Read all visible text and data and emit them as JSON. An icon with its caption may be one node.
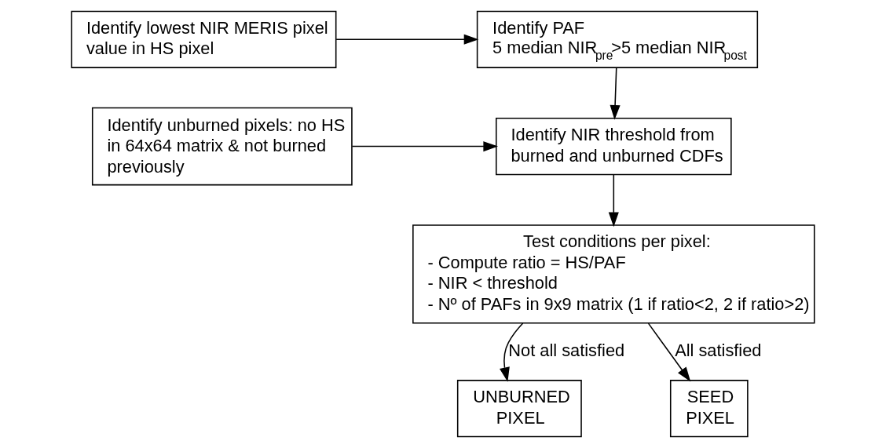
{
  "diagram": {
    "nodes": [
      {
        "text": [
          "Identify lowest NIR MERIS pixel value in HS pixel"
        ]
      },
      {
        "text": [
          "Identify PAF",
          "5 median NIR$_{pre}$>5 median NIR$_{post}$"
        ]
      },
      {
        "text": [
          "Identify unburned pixels: no HS in 64x64 matrix & not burned previously"
        ]
      },
      {
        "text": [
          "Identify NIR threshold from burned and unburned CDFs"
        ]
      },
      {
        "text": [
          "Test conditions per pixel:",
          "- Compute ratio = HS/PAF",
          "- NIR < threshold",
          "- Nº of PAFs in 9x9 matrix (1 if ratio<2, 2 if ratio>2)"
        ]
      },
      {
        "text": [
          "UNBURNED PIXEL"
        ]
      },
      {
        "text": [
          "SEED PIXEL"
        ]
      }
    ],
    "edges": [
      {
        "from": 0,
        "to": 1,
        "arrow": "to"
      },
      {
        "from": 2,
        "to": 3,
        "arrow": "to"
      },
      {
        "from": 1,
        "to": 3,
        "arrow": "to"
      },
      {
        "from": 3,
        "to": 4,
        "arrow": "to"
      },
      {
        "from": 4,
        "to": 5,
        "arrow": "to",
        "label": "Not all satisfied"
      },
      {
        "from": 4,
        "to": 6,
        "arrow": "to",
        "label": "All satisfied"
      }
    ]
  }
}
